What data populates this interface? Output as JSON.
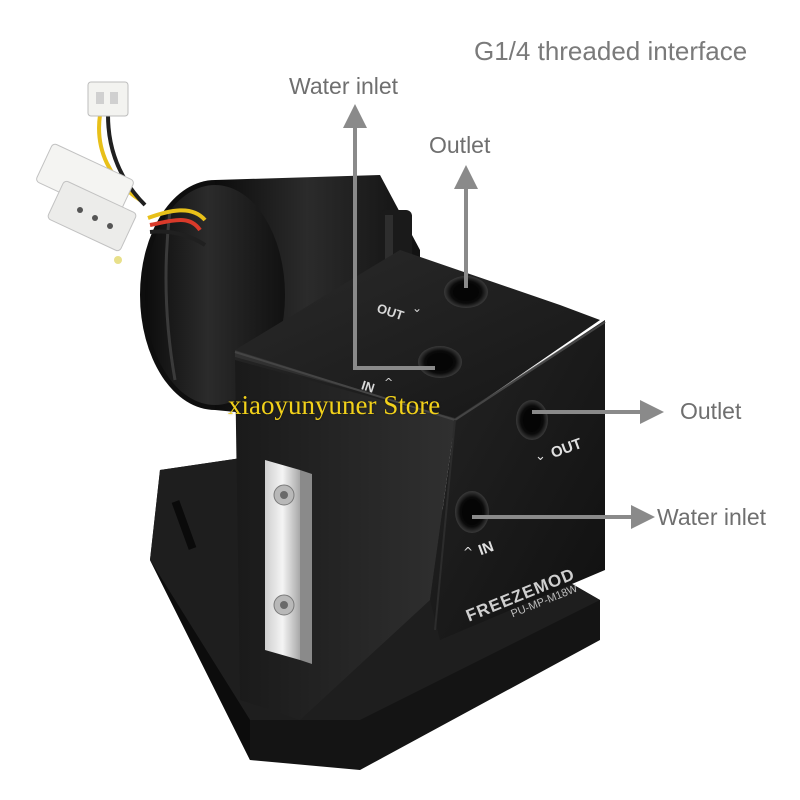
{
  "headline": "G1/4 threaded interface",
  "labels": {
    "top_water_inlet": "Water inlet",
    "top_outlet": "Outlet",
    "side_outlet": "Outlet",
    "side_water_inlet": "Water inlet"
  },
  "body_marks": {
    "top_out": "OUT",
    "top_in": "IN",
    "front_out": "OUT",
    "front_in": "IN",
    "brand": "FREEZEMOD",
    "model": "PU-MP-M18W"
  },
  "watermark": "xiaoyunyuner Store",
  "colors": {
    "arrow": "#8a8a8a",
    "label_text": "#6f6f6f",
    "body": "#1c1c1c",
    "watermark": "#f2d11a"
  }
}
